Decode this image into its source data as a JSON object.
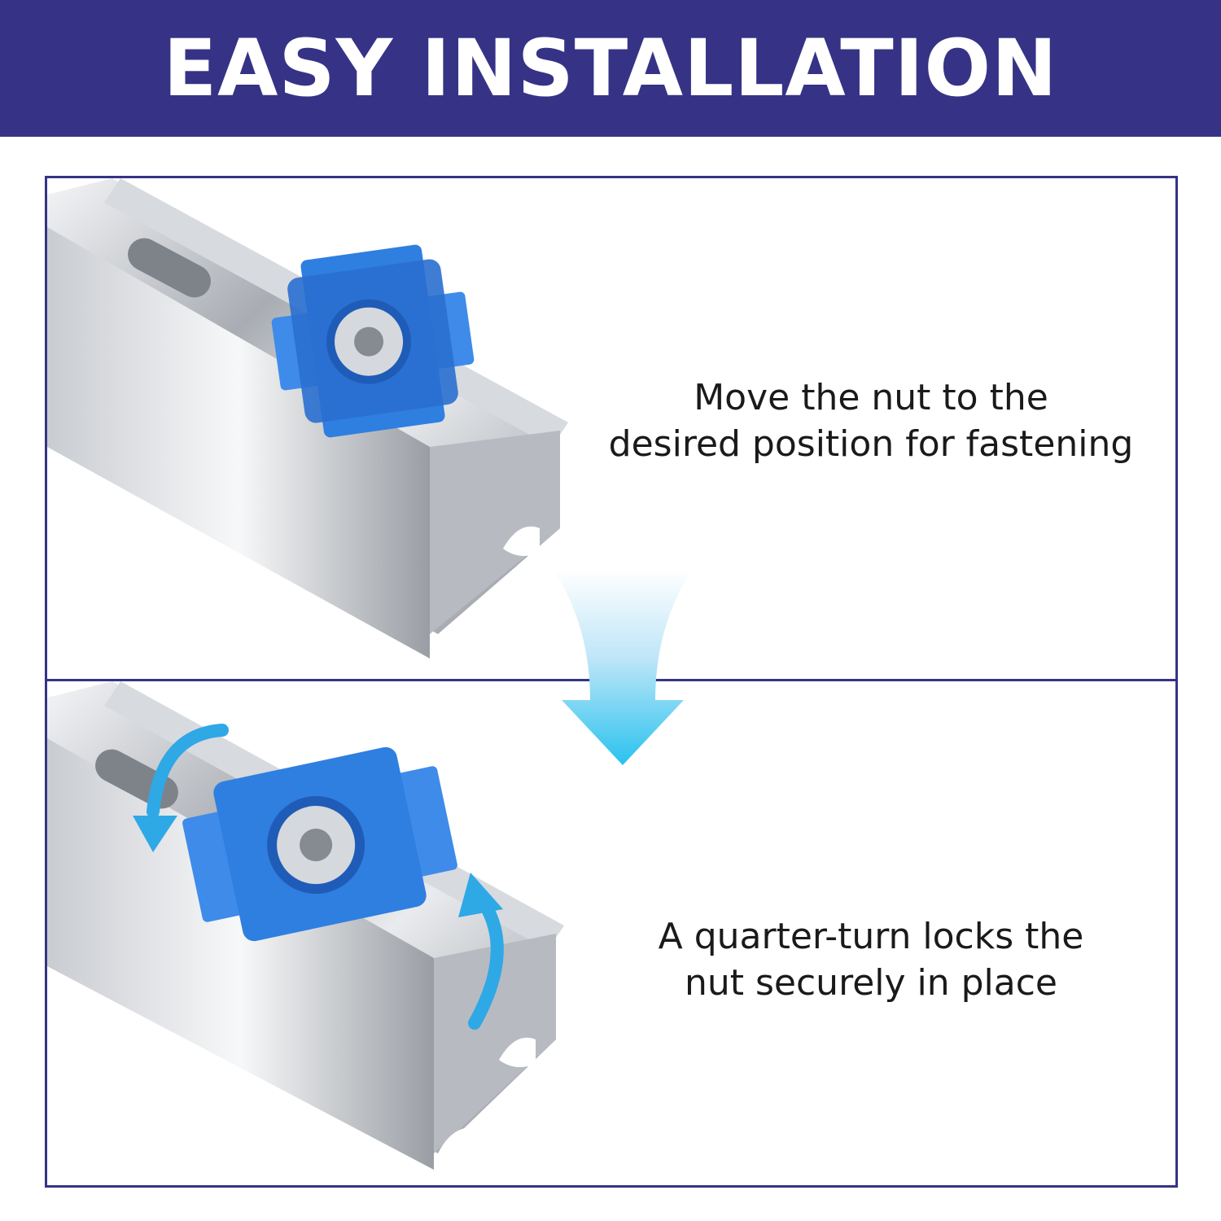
{
  "banner": {
    "title": "EASY INSTALLATION"
  },
  "steps": [
    {
      "line1": "Move the nut to the",
      "line2": "desired position for fastening"
    },
    {
      "line1": "A quarter-turn locks the",
      "line2": "nut securely in place"
    }
  ],
  "colors": {
    "banner_bg": "#363386",
    "frame": "#363386",
    "nut_clip": "#2f7fe0",
    "arrow": "#29c2ee"
  },
  "icons": {
    "step_arrow": "down-arrow-icon",
    "rotate_arrows": "rotate-arrow-icon"
  }
}
